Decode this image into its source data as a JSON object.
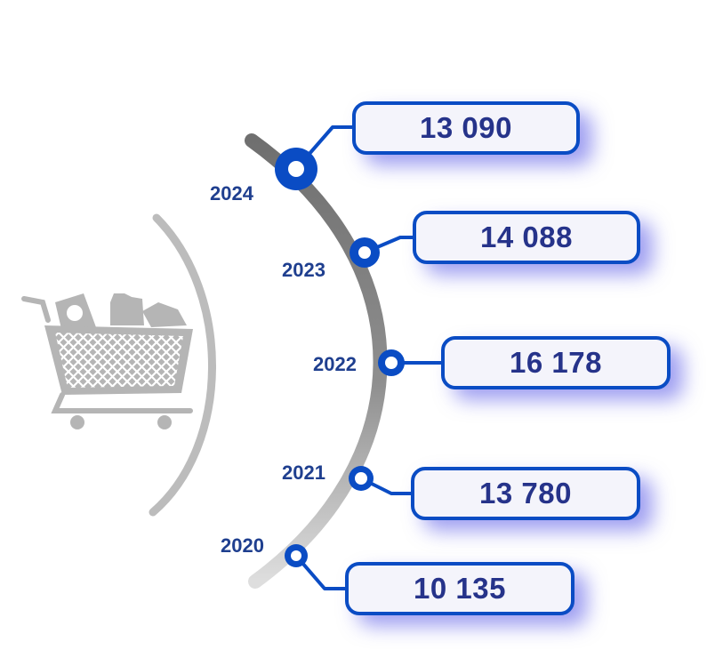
{
  "timeline": {
    "items": [
      {
        "year": "2024",
        "value": "13 090"
      },
      {
        "year": "2023",
        "value": "14 088"
      },
      {
        "year": "2022",
        "value": "16 178"
      },
      {
        "year": "2021",
        "value": "13 780"
      },
      {
        "year": "2020",
        "value": "10 135"
      }
    ]
  },
  "colors": {
    "accent": "#0a4cc4",
    "text": "#26338a",
    "year_text": "#1f3f8f",
    "arc_dark": "#7a7a7a",
    "arc_light": "#d6d6d6",
    "cart": "#b5b5b5"
  },
  "icons": [
    "shopping-cart-icon"
  ]
}
